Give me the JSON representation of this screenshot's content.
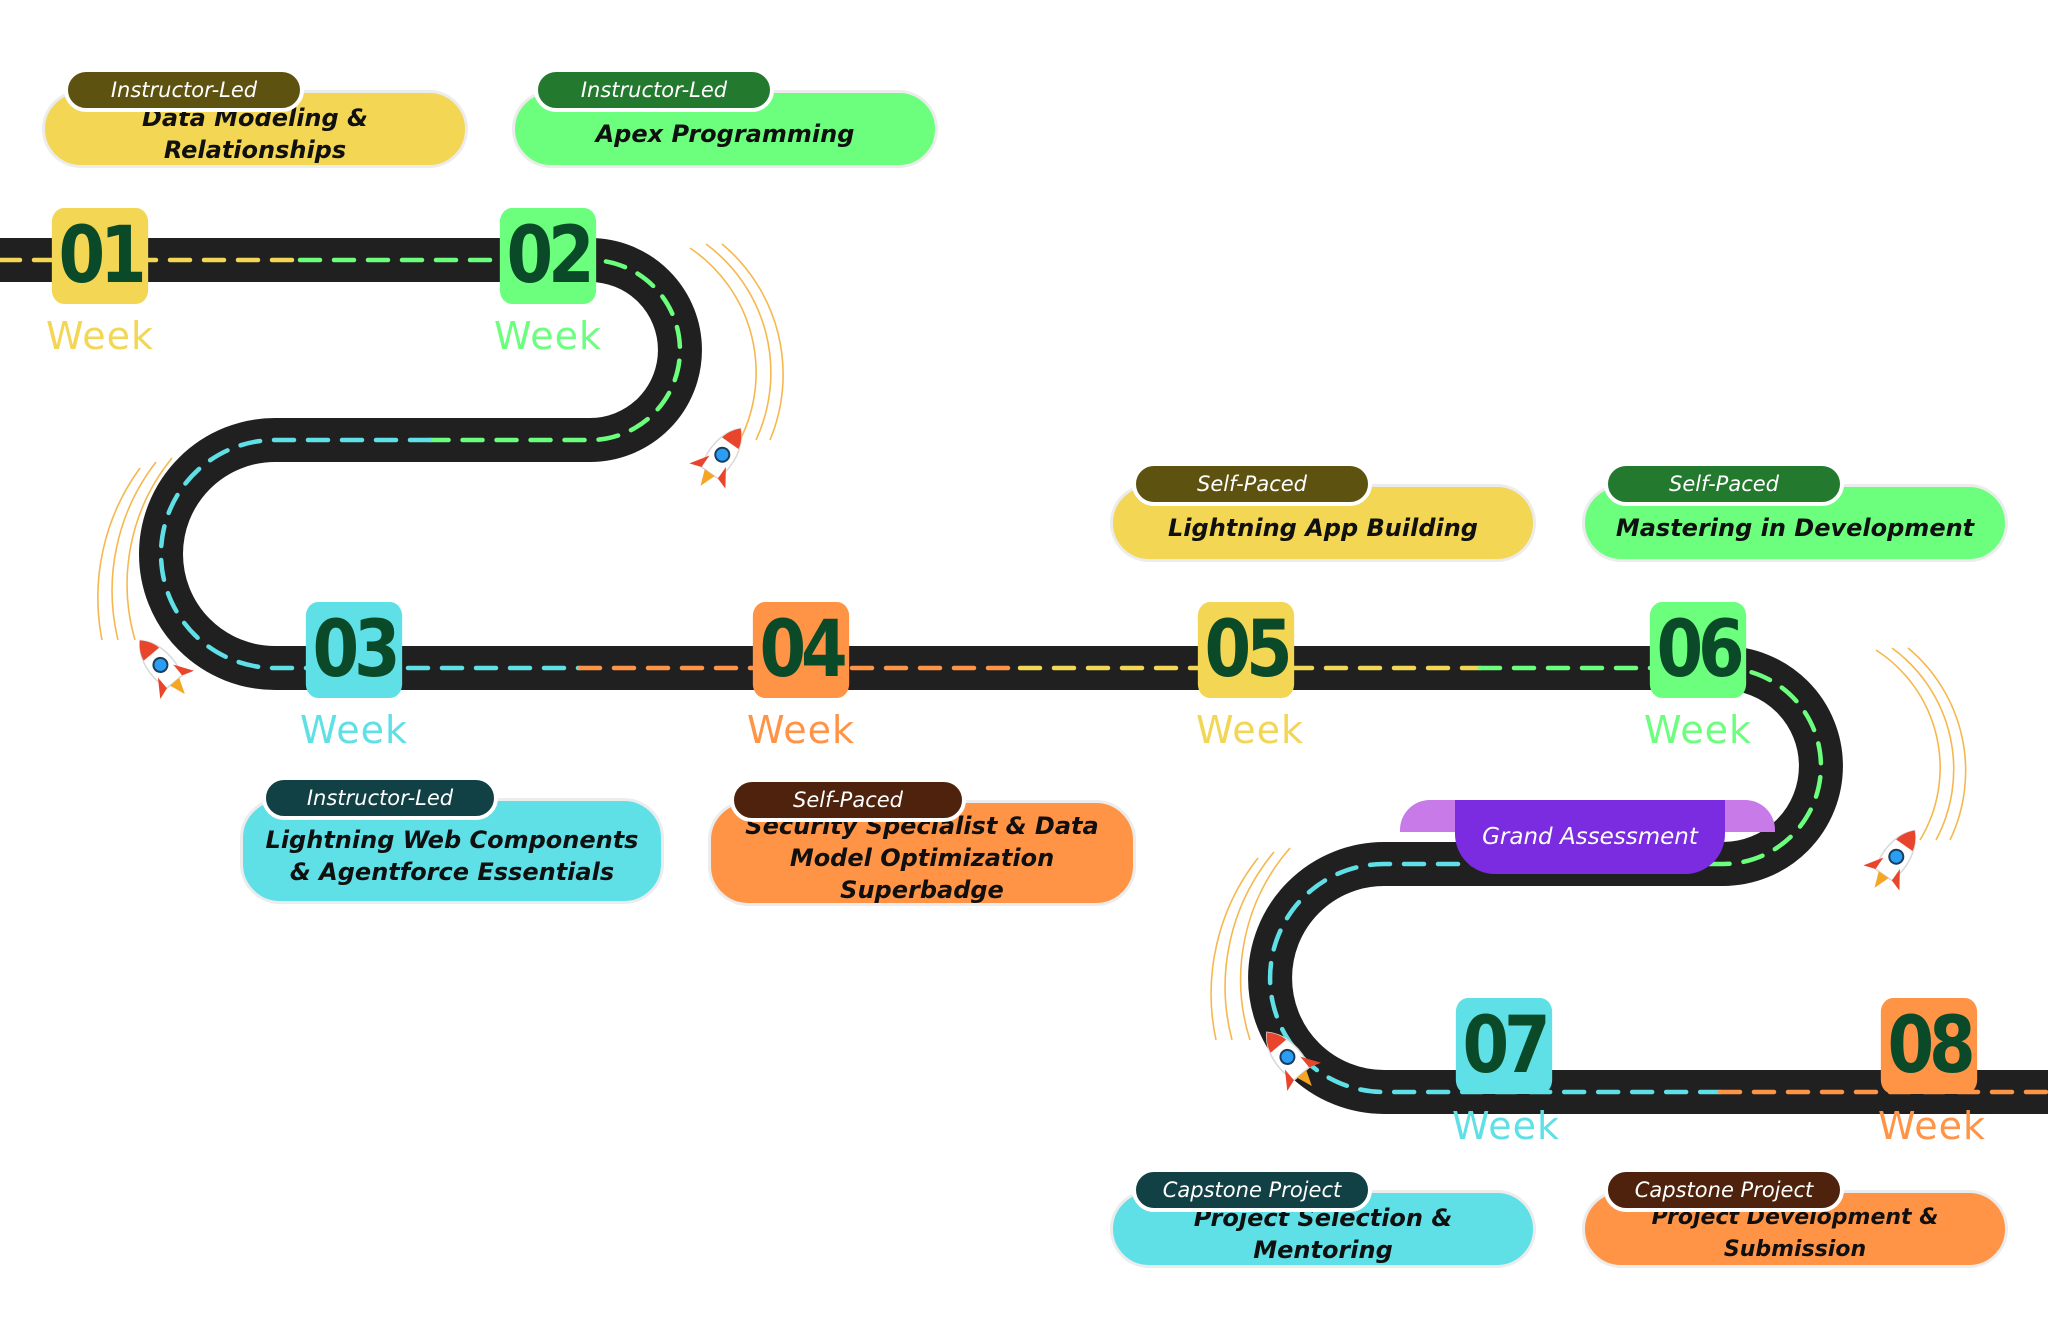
{
  "colors": {
    "road": "#202020",
    "yellow": "#f2d654",
    "green": "#6cff7e",
    "cyan": "#5ee0e6",
    "orange": "#ff9447",
    "purple": "#7b2be0",
    "number_text": "#0b4a28"
  },
  "weeks": [
    {
      "number": "01",
      "label": "Week",
      "color": "yellow"
    },
    {
      "number": "02",
      "label": "Week",
      "color": "green"
    },
    {
      "number": "03",
      "label": "Week",
      "color": "cyan"
    },
    {
      "number": "04",
      "label": "Week",
      "color": "orange"
    },
    {
      "number": "05",
      "label": "Week",
      "color": "yellow"
    },
    {
      "number": "06",
      "label": "Week",
      "color": "green"
    },
    {
      "number": "07",
      "label": "Week",
      "color": "cyan"
    },
    {
      "number": "08",
      "label": "Week",
      "color": "orange"
    }
  ],
  "modules": [
    {
      "tag": "Instructor-Led",
      "title": "Data Modeling & Relationships",
      "color": "yellow",
      "tag_color": "#5e5210"
    },
    {
      "tag": "Instructor-Led",
      "title": "Apex Programming",
      "color": "green",
      "tag_color": "#237a2f"
    },
    {
      "tag": "Instructor-Led",
      "title": "Lightning Web Components & Agentforce Essentials",
      "color": "cyan",
      "tag_color": "#114144"
    },
    {
      "tag": "Self-Paced",
      "title": "Security Specialist & Data Model Optimization Superbadge",
      "color": "orange",
      "tag_color": "#4e220c"
    },
    {
      "tag": "Self-Paced",
      "title": "Lightning App Building",
      "color": "yellow",
      "tag_color": "#5e5210"
    },
    {
      "tag": "Self-Paced",
      "title": "Mastering in Development",
      "color": "green",
      "tag_color": "#237a2f"
    },
    {
      "tag": "Capstone Project",
      "title": "Project Selection & Mentoring",
      "color": "cyan",
      "tag_color": "#114144"
    },
    {
      "tag": "Capstone Project",
      "title": "Project Development & Submission",
      "color": "orange",
      "tag_color": "#4e220c"
    }
  ],
  "milestone": {
    "label": "Grand Assessment"
  },
  "icons": {
    "rocket": "rocket-icon"
  }
}
